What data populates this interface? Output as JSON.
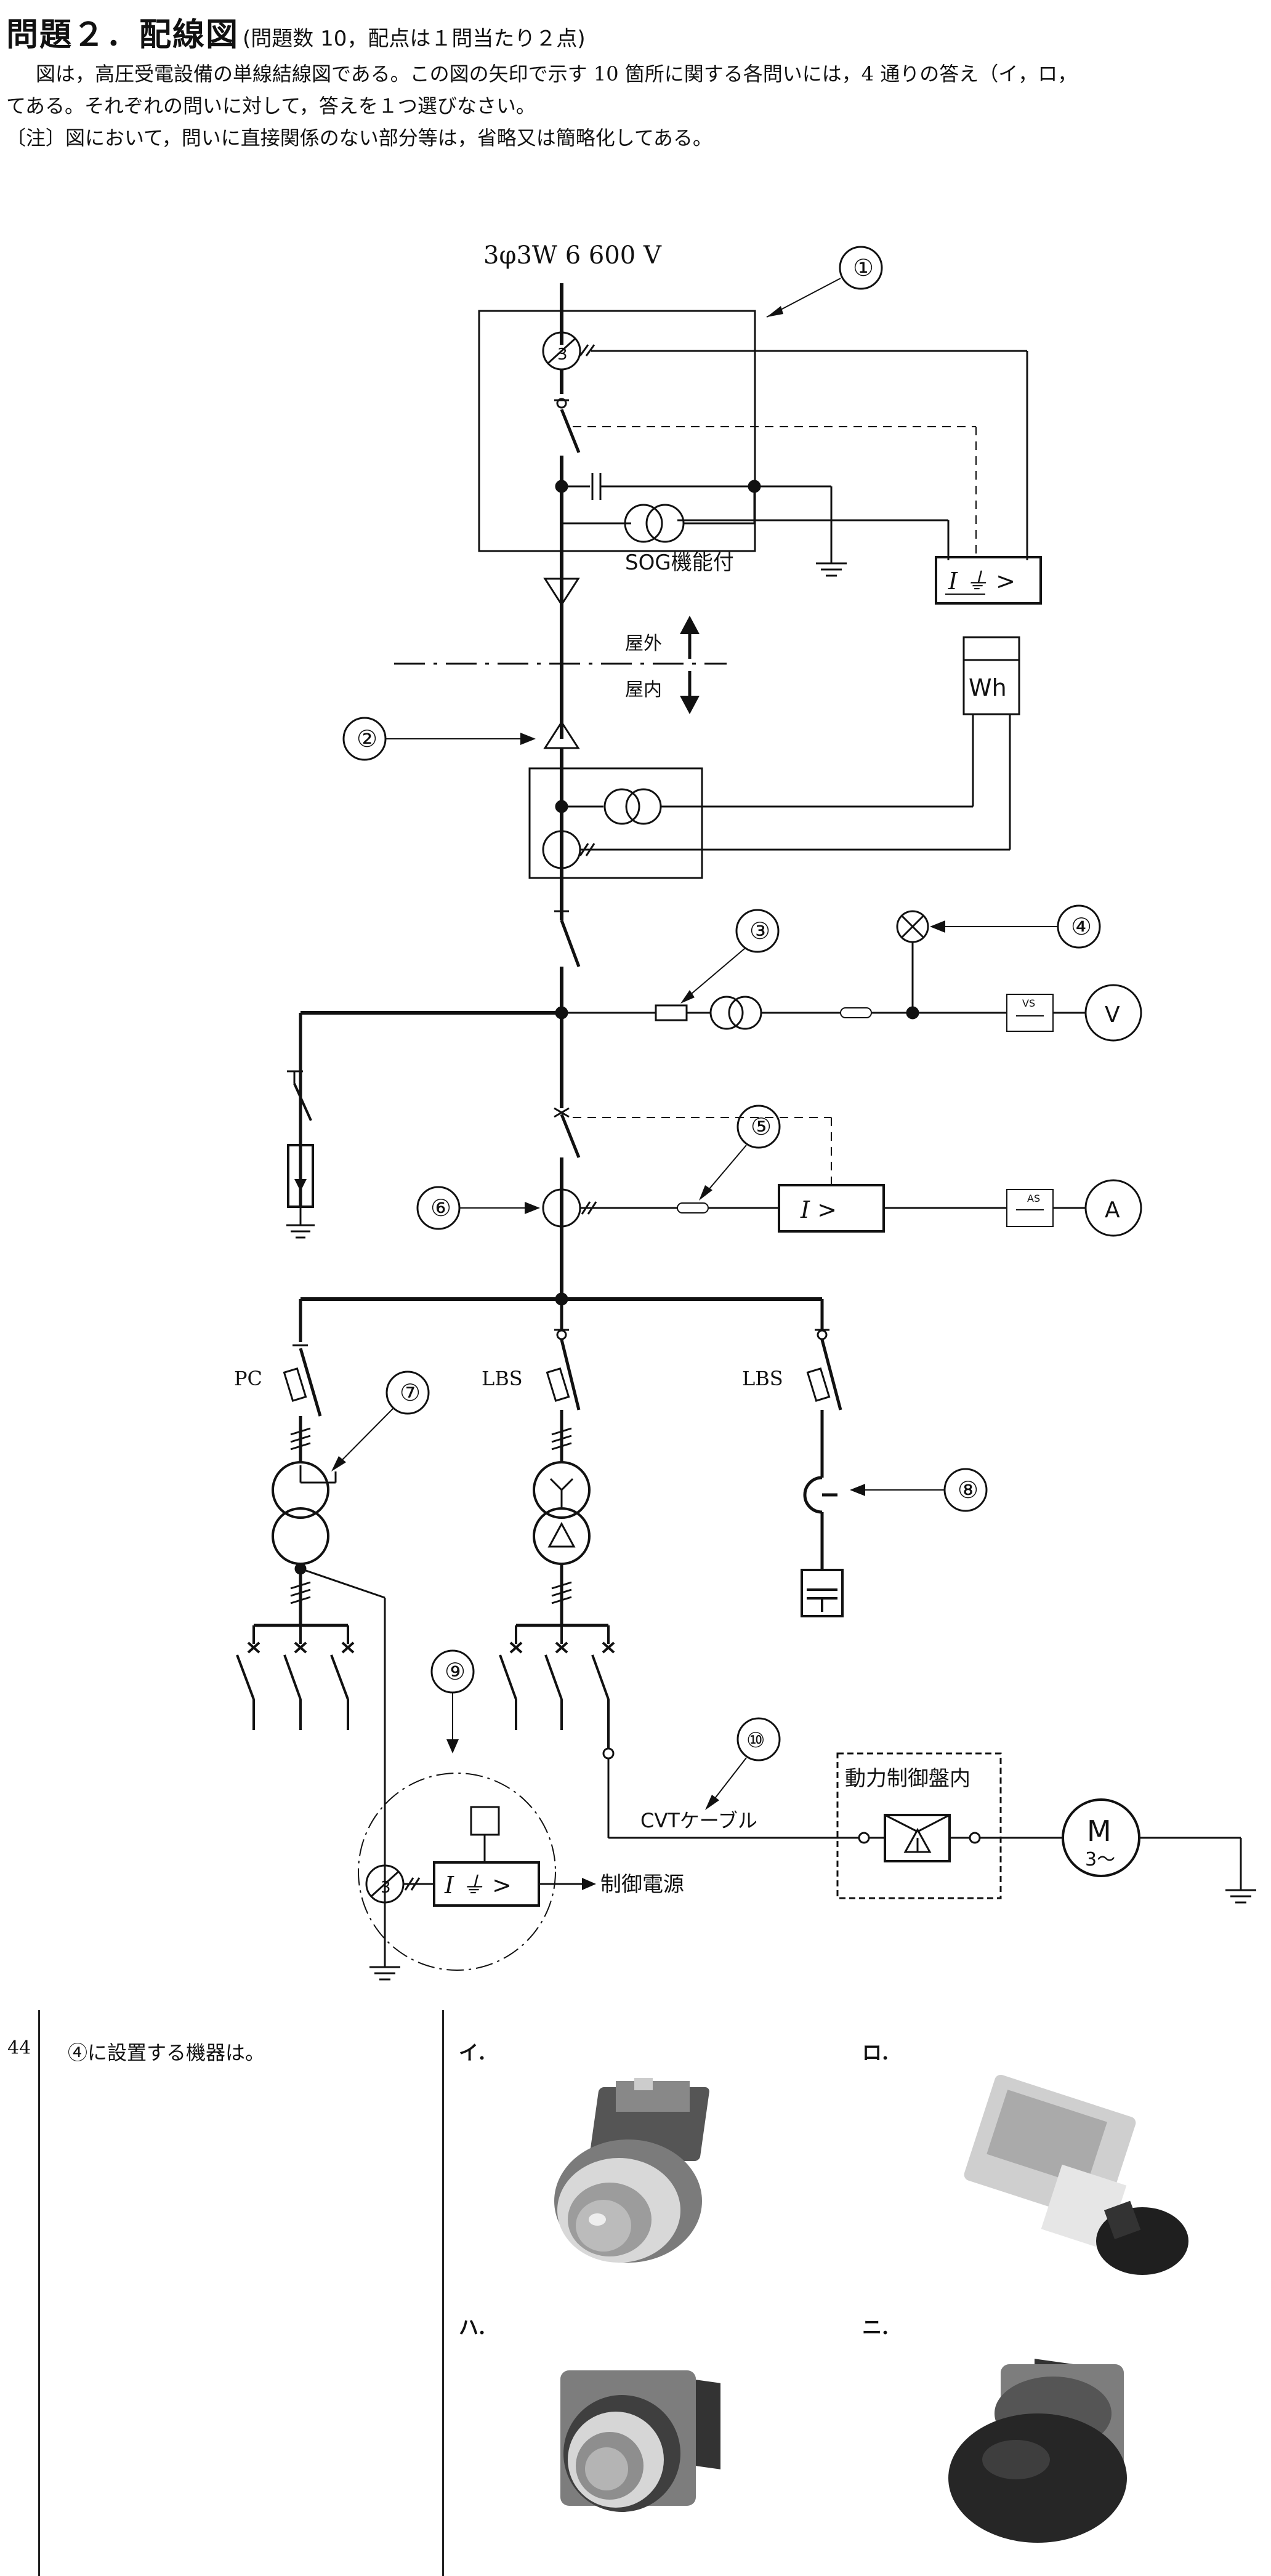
{
  "header": {
    "title": "問題２．配線図",
    "note": "(問題数 10，配点は１問当たり２点)"
  },
  "intro": {
    "line1": "図は，高圧受電設備の単線結線図である。この図の矢印で示す 10 箇所に関する各問いには，4 通りの答え（イ，ロ，",
    "line2": "てある。それぞれの問いに対して，答えを１つ選びなさい。",
    "line3": "〔注〕図において，問いに直接関係のない部分等は，省略又は簡略化してある。"
  },
  "diagram": {
    "supply_label": "3φ3W  6 600 V",
    "sog_label": "SOG機能付",
    "outdoor_label": "屋外",
    "indoor_label": "屋内",
    "wh_label": "Wh",
    "pc_label": "PC",
    "lbs_label_1": "LBS",
    "lbs_label_2": "LBS",
    "cvt_label": "CVTケーブル",
    "control_power_label": "制御電源",
    "panel_label": "動力制御盤内",
    "motor_label": "M",
    "motor_sub": "3〜",
    "voltmeter_label": "V",
    "ammeter_label": "A",
    "vs_label": "VS",
    "as_label": "AS",
    "relay_oc_label": "I >",
    "relay_gr_label": "I ⏚ >",
    "ct_zct_label": "3",
    "callouts": [
      "①",
      "②",
      "③",
      "④",
      "⑤",
      "⑥",
      "⑦",
      "⑧",
      "⑨",
      "⑩"
    ]
  },
  "question": {
    "number": "44",
    "text": "④に設置する機器は。",
    "choices": [
      {
        "label": "イ."
      },
      {
        "label": "ロ."
      },
      {
        "label": "ハ."
      },
      {
        "label": "ニ."
      }
    ]
  }
}
